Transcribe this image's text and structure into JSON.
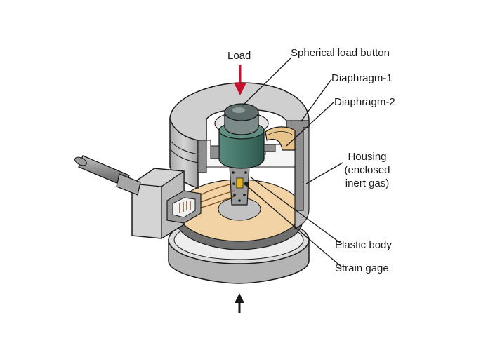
{
  "labels": {
    "load": "Load",
    "spherical_button": "Spherical load button",
    "diaphragm_1": "Diaphragm-1",
    "diaphragm_2": "Diaphragm-2",
    "housing_line1": "Housing",
    "housing_line2": "(enclosed",
    "housing_line3": "inert gas)",
    "elastic_body": "Elastic body",
    "strain_gage": "Strain gage"
  },
  "colors": {
    "load_arrow": "#c8102e",
    "reaction_arrow": "#1a1a1a",
    "housing": "#c9c9c9",
    "housing_dark": "#8f8f8f",
    "interior": "#f3f3f3",
    "elastic_body": "#f2d3a6",
    "diaphragm_ring": "#3f6f64",
    "load_button": "#6e7a7a",
    "strain_gage": "#e3b41c",
    "diaphragm_2": "#e6c48c"
  },
  "icons": [
    "load-arrow-icon",
    "reaction-arrow-icon"
  ]
}
